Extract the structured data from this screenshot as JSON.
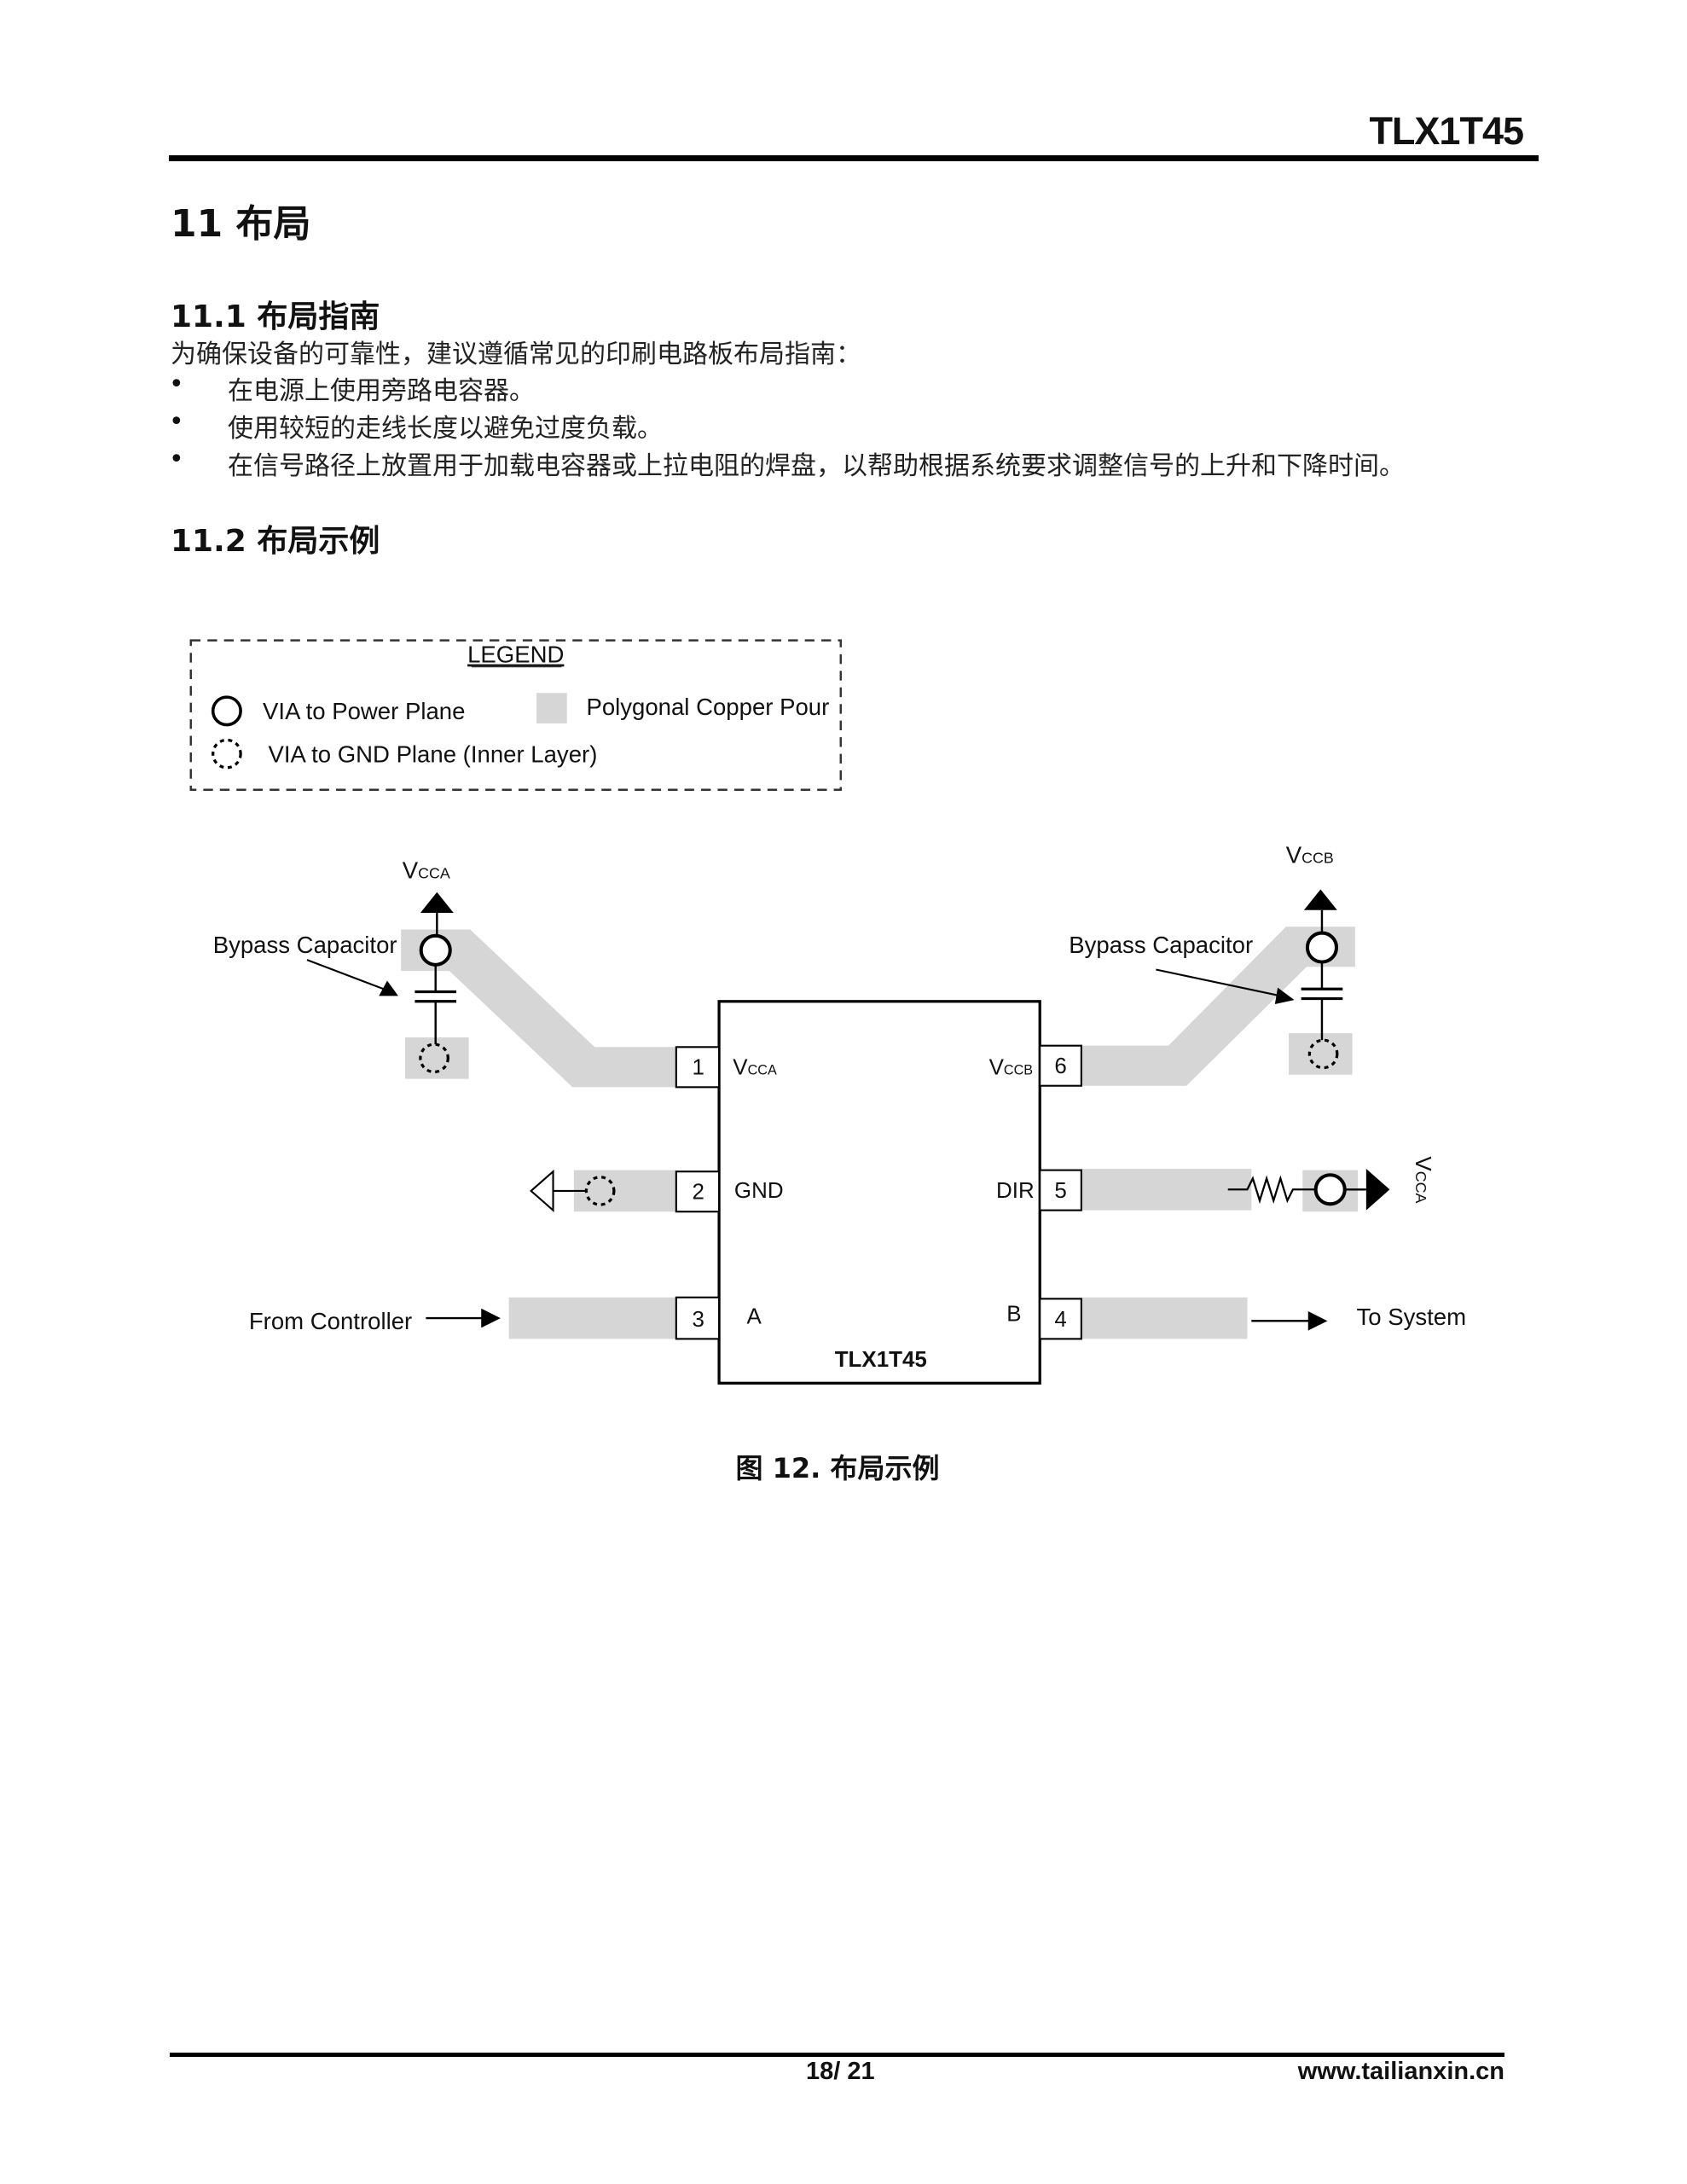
{
  "header": {
    "doc_title": "TLX1T45"
  },
  "section": {
    "title": "11 布局",
    "sub1": {
      "title": "11.1 布局指南",
      "intro": "为确保设备的可靠性，建议遵循常见的印刷电路板布局指南：",
      "bullets": [
        "在电源上使用旁路电容器。",
        "使用较短的走线长度以避免过度负载。",
        "在信号路径上放置用于加载电容器或上拉电阻的焊盘，以帮助根据系统要求调整信号的上升和下降时间。"
      ]
    },
    "sub2": {
      "title": "11.2 布局示例"
    }
  },
  "diagram": {
    "legend": {
      "title": "LEGEND",
      "via_power": "VIA to Power Plane",
      "copper_pour": "Polygonal Copper Pour",
      "via_gnd": "VIA to GND Plane (Inner Layer)"
    },
    "vcca": {
      "v": "V",
      "sub": "CCA"
    },
    "vccb": {
      "v": "V",
      "sub": "CCB"
    },
    "bypass_left": "Bypass Capacitor",
    "bypass_right": "Bypass Capacitor",
    "from_controller": "From Controller",
    "to_system": "To System",
    "chip_name": "TLX1T45",
    "pins": [
      {
        "num": "1",
        "name_v": "V",
        "name_sub": "CCA"
      },
      {
        "num": "2",
        "name": "GND"
      },
      {
        "num": "3",
        "name": "A"
      },
      {
        "num": "4",
        "name": "B"
      },
      {
        "num": "5",
        "name": "DIR"
      },
      {
        "num": "6",
        "name_v": "V",
        "name_sub": "CCB"
      }
    ],
    "colors": {
      "copper": "#d6d6d6"
    }
  },
  "figure_caption": "图 12. 布局示例",
  "footer": {
    "page": "18/ 21",
    "website": "www.tailianxin.cn"
  }
}
